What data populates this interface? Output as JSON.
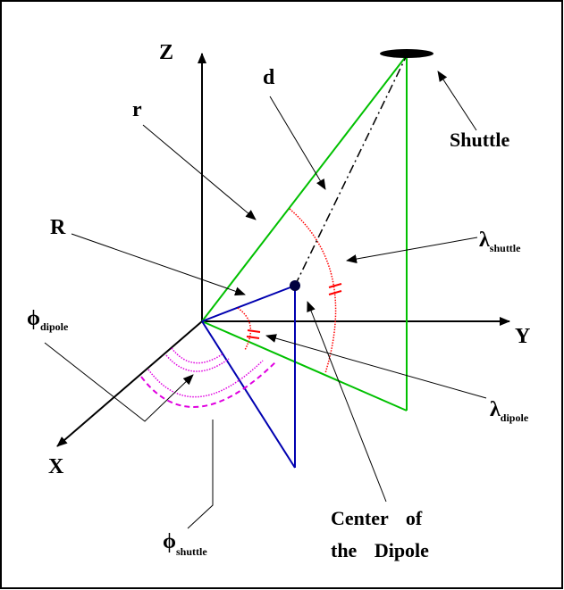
{
  "labels": {
    "z_axis": "Z",
    "y_axis": "Y",
    "x_axis": "X",
    "r": "r",
    "d": "d",
    "R": "R",
    "shuttle": "Shuttle",
    "lambda_shuttle_symbol": "λ",
    "lambda_shuttle_sub": "shuttle",
    "lambda_dipole_symbol": "λ",
    "lambda_dipole_sub": "dipole",
    "phi_dipole_symbol": "ϕ",
    "phi_dipole_sub": "dipole",
    "phi_shuttle_symbol": "ϕ",
    "phi_shuttle_sub": "shuttle",
    "center_line1": "Center of",
    "center_line2": "the Dipole"
  },
  "colors": {
    "frame": "#000000",
    "axes": "#000000",
    "shuttle_triangle": "#00c000",
    "dipole_triangle": "#0000b0",
    "latitude_arcs": "#ff0000",
    "longitude_arcs": "#e000e0",
    "dipole_center": "#000040"
  }
}
